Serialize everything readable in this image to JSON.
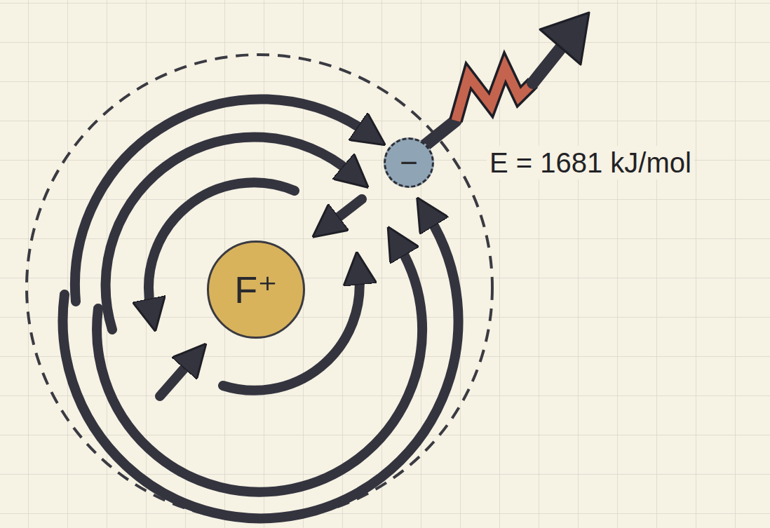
{
  "diagram": {
    "nodes": [
      {
        "text": [
          "F⁺"
        ]
      },
      {
        "text": [
          "−"
        ]
      }
    ],
    "labels": [
      "E = 1681 kJ/mol"
    ]
  }
}
